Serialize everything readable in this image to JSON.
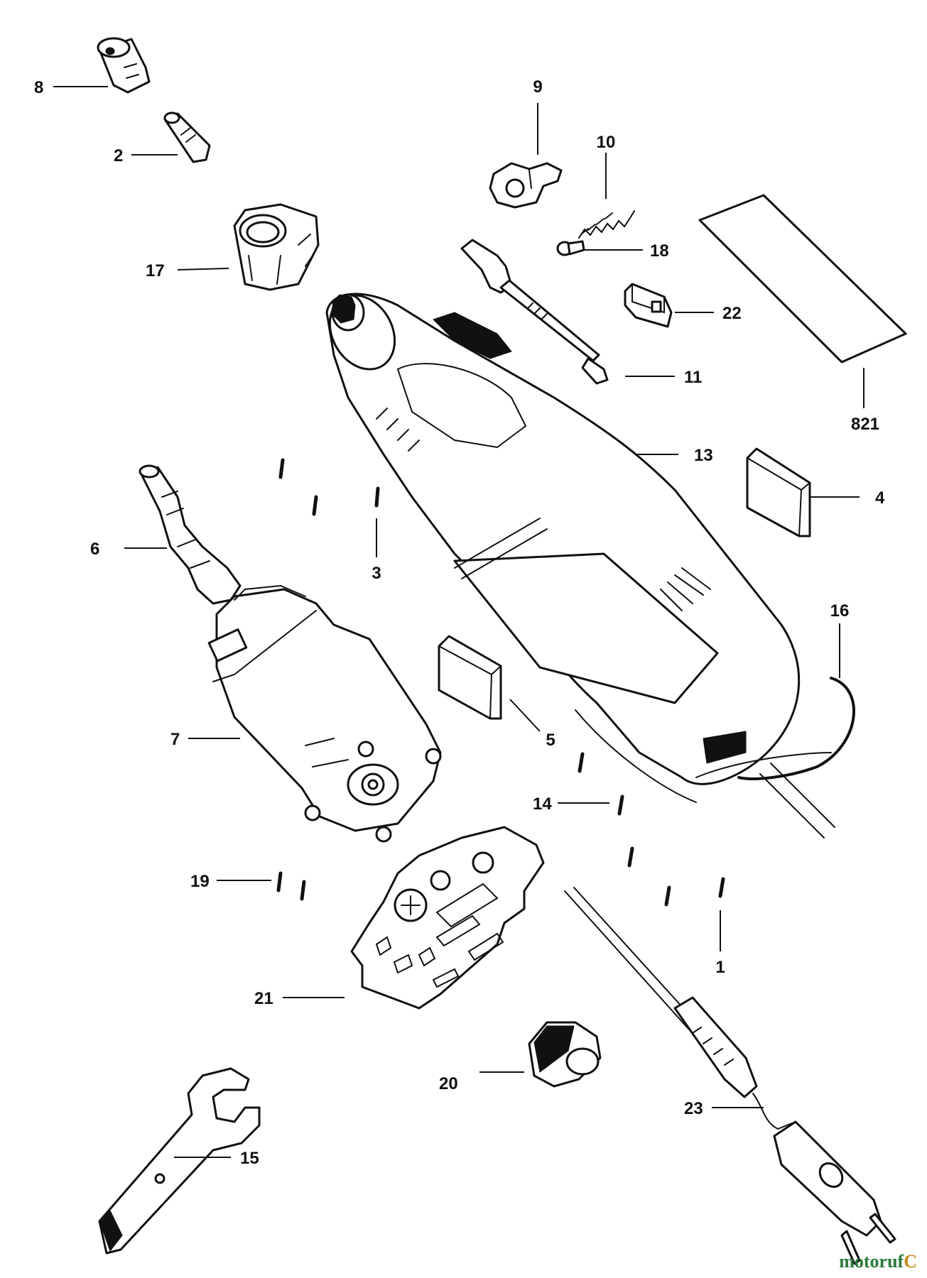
{
  "diagram": {
    "labels": {
      "p8": "8",
      "p2": "2",
      "p17": "17",
      "p9": "9",
      "p10": "10",
      "p18": "18",
      "p22": "22",
      "p11": "11",
      "p821": "821",
      "p13": "13",
      "p4": "4",
      "p6": "6",
      "p3": "3",
      "p16": "16",
      "p7": "7",
      "p5": "5",
      "p14": "14",
      "p19": "19",
      "p1": "1",
      "p21": "21",
      "p20": "20",
      "p23": "23",
      "p15": "15"
    }
  },
  "watermark": {
    "part1": "motoruf",
    "part2": "C"
  }
}
